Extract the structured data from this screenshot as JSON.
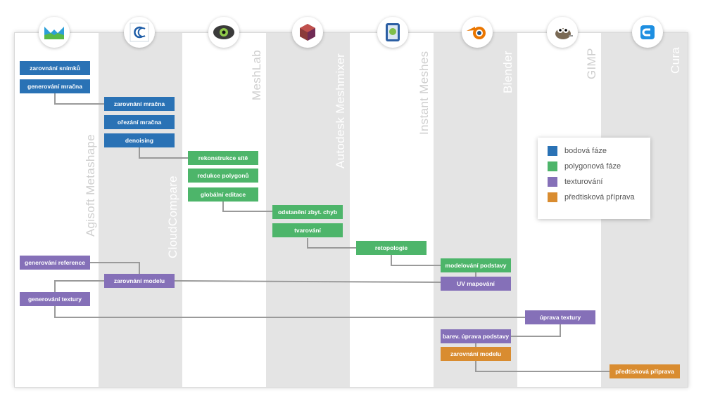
{
  "lanes": [
    {
      "id": "agisoft",
      "title": "Agisoft Metashape",
      "logo": "agisoft-metashape-logo"
    },
    {
      "id": "cloudcompare",
      "title": "CloudCompare",
      "logo": "cloudcompare-logo"
    },
    {
      "id": "meshlab",
      "title": "MeshLab",
      "logo": "meshlab-logo"
    },
    {
      "id": "meshmixer",
      "title": "Autodesk Meshmixer",
      "logo": "meshmixer-logo"
    },
    {
      "id": "instantmeshes",
      "title": "Instant Meshes",
      "logo": "instant-meshes-logo"
    },
    {
      "id": "blender",
      "title": "Blender",
      "logo": "blender-logo"
    },
    {
      "id": "gimp",
      "title": "GIMP",
      "logo": "gimp-logo"
    },
    {
      "id": "cura",
      "title": "Cura",
      "logo": "cura-logo"
    }
  ],
  "steps": {
    "zarovnani_snimku": "zarovnání snímků",
    "generovani_mracna": "generování mračna",
    "zarovnani_mracna": "zarovnání mračna",
    "orezani_mracna": "ořezání mračna",
    "denoising": "denoising",
    "rekonstrukce_site": "rekonstrukce sítě",
    "redukce_polygonu": "redukce polygonů",
    "globalni_editace": "globální editace",
    "odstraneni_chyb": "odstanění zbyt. chyb",
    "tvarovani": "tvarování",
    "retopologie": "retopologie",
    "modelovani_podstavy": "modelování podstavy",
    "uv_mapovani": "UV mapování",
    "generovani_reference": "generování reference",
    "zarovnani_modelu_cc": "zarovnání modelu",
    "generovani_textury": "generování textury",
    "uprava_textury": "úprava textury",
    "barev_uprava_podstavy": "barev. úprava podstavy",
    "zarovnani_modelu_bl": "zarovnání modelu",
    "predtiskova_priprava": "předtisková příprava"
  },
  "legend": {
    "items": [
      {
        "label": "bodová fáze",
        "color": "#2a72b5"
      },
      {
        "label": "polygonová fáze",
        "color": "#4db56a"
      },
      {
        "label": "texturování",
        "color": "#8570b8"
      },
      {
        "label": "předtisková příprava",
        "color": "#d98c30"
      }
    ]
  },
  "colors": {
    "point": "#2a72b5",
    "polygon": "#4db56a",
    "texture": "#8570b8",
    "print": "#d98c30",
    "connector": "#9a9a9a"
  }
}
